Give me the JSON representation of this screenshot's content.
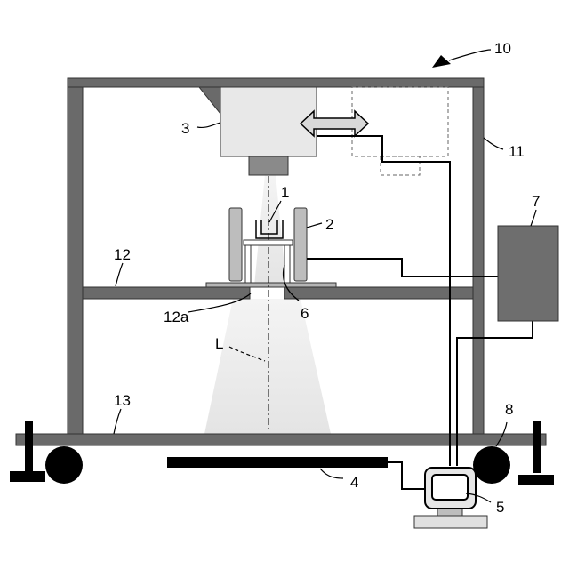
{
  "labels": {
    "l10": "10",
    "l11": "11",
    "l1": "1",
    "l2": "2",
    "l3": "3",
    "l7": "7",
    "l12": "12",
    "l12a": "12a",
    "l6": "6",
    "lL": "L",
    "l13": "13",
    "l8": "8",
    "l4": "4",
    "l5": "5"
  },
  "colors": {
    "frame": "#666666",
    "frame_stroke": "#333333",
    "device_fill": "#e8e8e8",
    "box7_fill": "#6e6e6e",
    "cone_fill": "#eeeeee",
    "line": "#000000"
  }
}
